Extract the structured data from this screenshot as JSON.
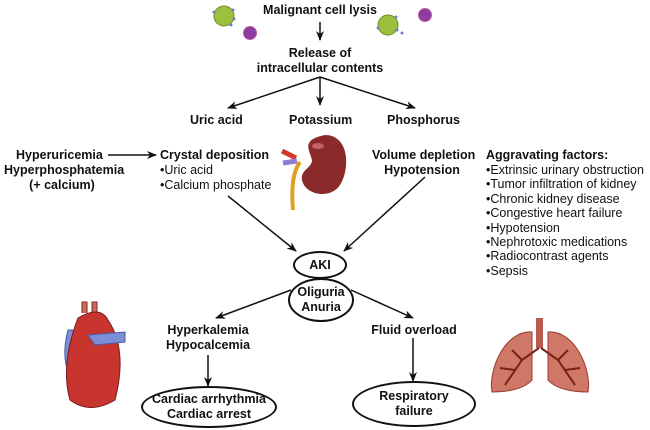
{
  "title": "Malignant cell lysis",
  "release": [
    "Release of",
    "intracellular contents"
  ],
  "products": {
    "uric_acid": "Uric acid",
    "potassium": "Potassium",
    "phosphorus": "Phosphorus"
  },
  "left_causes": [
    "Hyperuricemia",
    "Hyperphosphatemia",
    "(+ calcium)"
  ],
  "crystal": {
    "title": "Crystal deposition",
    "items": [
      "Uric acid",
      "Calcium phosphate"
    ]
  },
  "volume": [
    "Volume depletion",
    "Hypotension"
  ],
  "aggravating": {
    "title": "Aggravating factors:",
    "items": [
      "Extrinsic urinary obstruction",
      "Tumor infiltration of kidney",
      "Chronic kidney disease",
      "Congestive heart failure",
      "Hypotension",
      "Nephrotoxic medications",
      "Radiocontrast agents",
      "Sepsis"
    ]
  },
  "aki": "AKI",
  "oliguria": [
    "Oliguria",
    "Anuria"
  ],
  "hyper": [
    "Hyperkalemia",
    "Hypocalcemia"
  ],
  "fluid": "Fluid overload",
  "cardiac": [
    "Cardiac arrhythmia",
    "Cardiac arrest"
  ],
  "respiratory": [
    "Respiratory",
    "failure"
  ],
  "colors": {
    "kidney": "#8b2a2a",
    "heart_red": "#c0392b",
    "heart_blue": "#7b8fd6",
    "lung": "#c8665a",
    "cell_green": "#9cbf3c",
    "cell_purple": "#8a3fa0"
  }
}
